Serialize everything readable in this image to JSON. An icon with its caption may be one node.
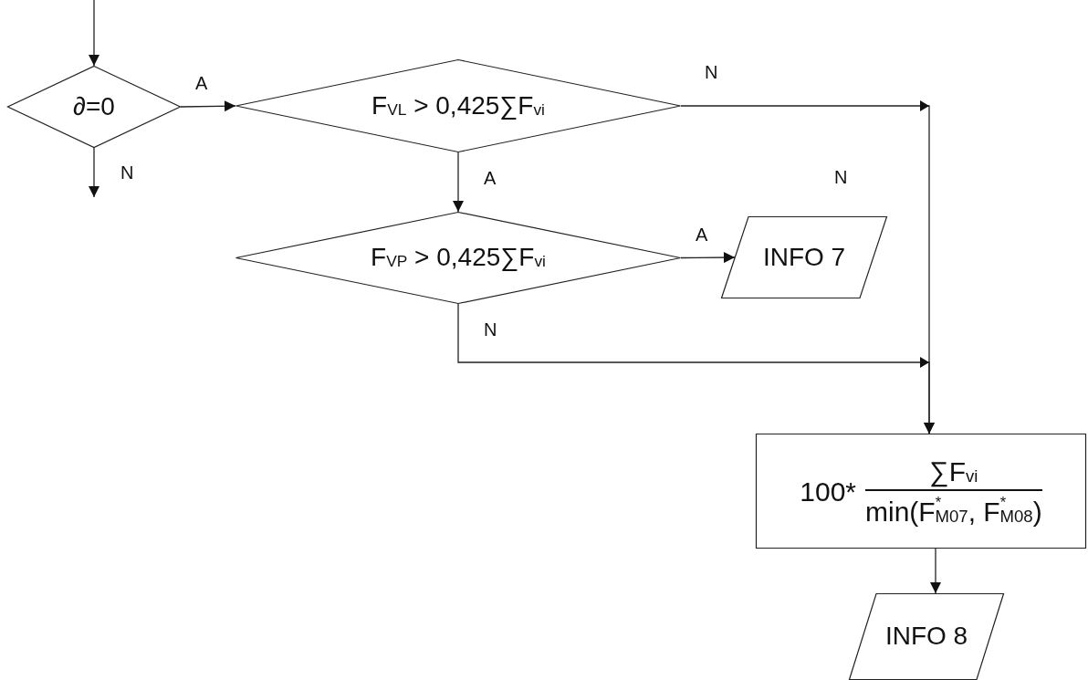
{
  "diagram": {
    "nodes": [
      {
        "text": [
          "∂=0"
        ]
      },
      {
        "text": [
          "F$_{VL}$ > 0,425∑F$_{vi}$"
        ]
      },
      {
        "text": [
          "F$_{VP}$ > 0,425∑F$_{vi}$"
        ]
      },
      {
        "text": [
          "INFO 7"
        ]
      },
      {
        "text": [
          "100*",
          "∑F$_{vi}$",
          "min(F$^{*}$$_{M07}$, F$^{*}$$_{M08}$)"
        ]
      },
      {
        "text": [
          "INFO 8"
        ]
      }
    ],
    "edges": [
      {
        "from": null,
        "to": 0,
        "arrow": "to"
      },
      {
        "from": 0,
        "to": null,
        "arrow": "to",
        "label": "N"
      },
      {
        "from": 0,
        "to": 1,
        "arrow": "to",
        "label": "A"
      },
      {
        "from": 1,
        "to": 4,
        "arrow": "to",
        "label": "N"
      },
      {
        "from": 1,
        "to": 2,
        "arrow": "to",
        "label": "A"
      },
      {
        "from": 2,
        "to": 3,
        "arrow": "to",
        "label": "A"
      },
      {
        "from": 2,
        "to": 4,
        "arrow": "to",
        "label": "N"
      },
      {
        "from": 4,
        "to": 5,
        "arrow": "to"
      }
    ],
    "labels": [
      "N"
    ]
  }
}
